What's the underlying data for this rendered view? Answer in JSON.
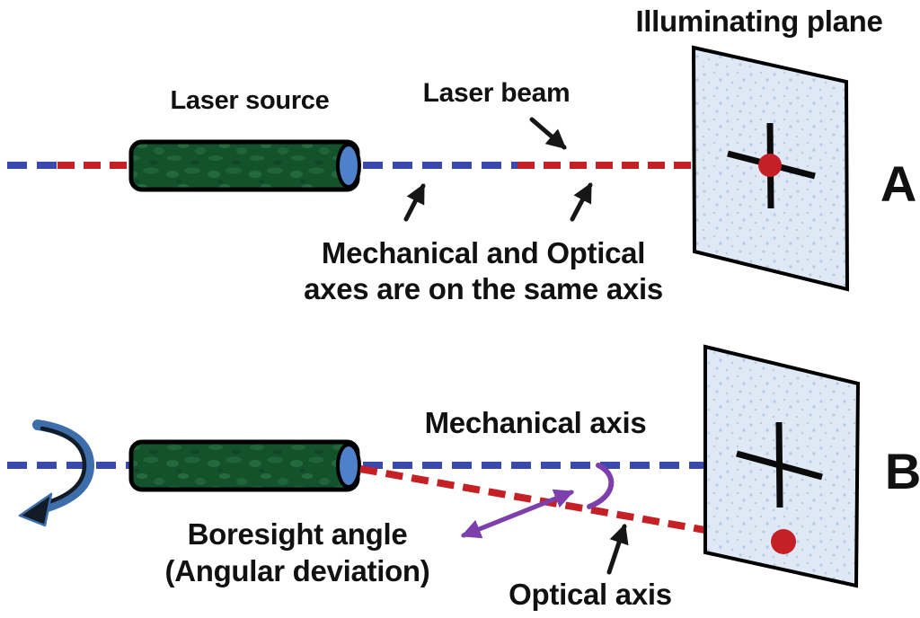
{
  "colors": {
    "mechanical_axis_blue": "#3a49ac",
    "optical_axis_red": "#c52026",
    "boresight_purple": "#7c3fad",
    "laser_green_dark": "#14522c",
    "laser_green_light": "#3c8a57",
    "lens_blue": "#4f81cb",
    "plane_fill": "#dfe9f5",
    "plane_speckle": "#b7cce6",
    "rotation_arrow_blue": "#3d6dab",
    "ink": "#111111"
  },
  "panel_a": {
    "label": "A",
    "illuminating_plane_label": "Illuminating plane",
    "laser_source_label": "Laser source",
    "laser_beam_label": "Laser beam",
    "caption_line1": "Mechanical and Optical",
    "caption_line2": "axes are on the same axis"
  },
  "panel_b": {
    "label": "B",
    "mechanical_axis_label": "Mechanical axis",
    "optical_axis_label": "Optical axis",
    "boresight_line1": "Boresight angle",
    "boresight_line2": "(Angular deviation)"
  }
}
